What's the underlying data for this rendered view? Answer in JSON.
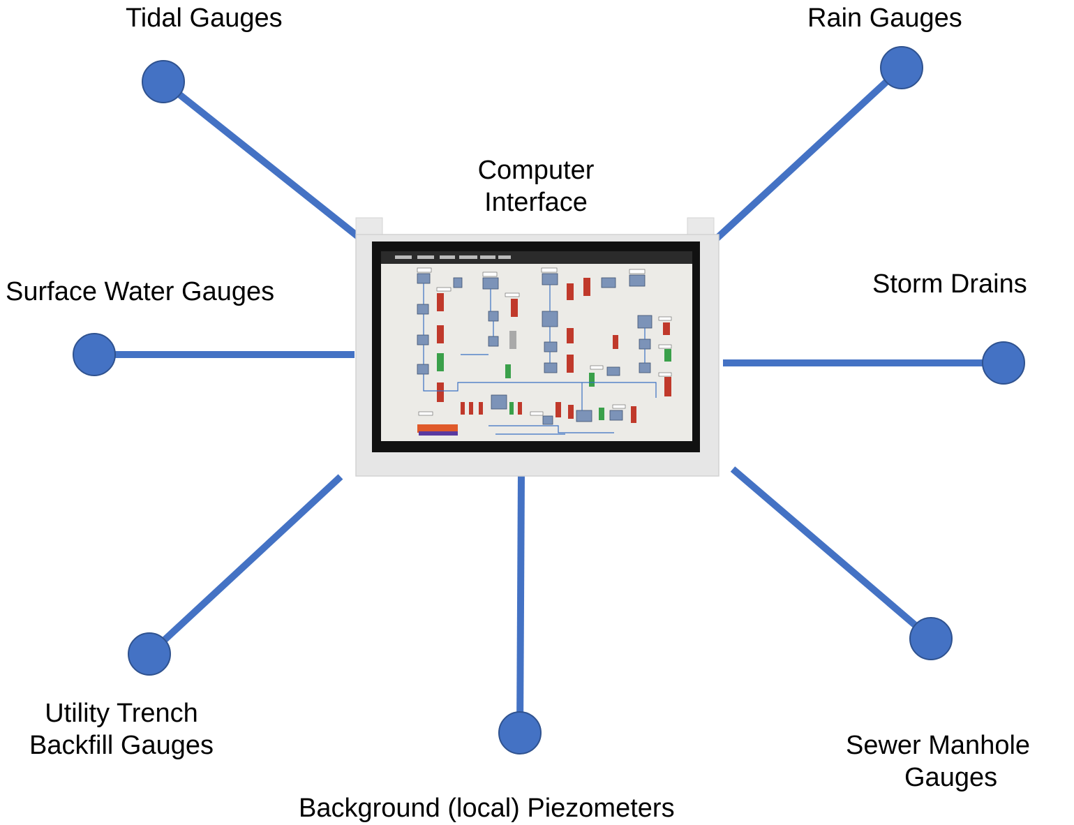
{
  "center": {
    "title_line1": "Computer",
    "title_line2": "Interface"
  },
  "nodes": [
    {
      "id": "tidal",
      "label": "Tidal Gauges"
    },
    {
      "id": "rain",
      "label": "Rain Gauges"
    },
    {
      "id": "surface",
      "label": "Surface Water Gauges"
    },
    {
      "id": "storm",
      "label": "Storm Drains"
    },
    {
      "id": "utility",
      "label_line1": "Utility Trench",
      "label_line2": "Backfill Gauges"
    },
    {
      "id": "piezo",
      "label": "Background (local) Piezometers"
    },
    {
      "id": "sewer",
      "label_line1": "Sewer Manhole",
      "label_line2": "Gauges"
    }
  ],
  "colors": {
    "connector": "#4472C4",
    "node_fill": "#4472C4",
    "node_stroke": "#2F528F",
    "monitor_frame": "#e6e6e6",
    "screen_bezel": "#111111"
  },
  "icons": {
    "monitor": "touchscreen-monitor-icon",
    "node": "circle-node-icon"
  }
}
